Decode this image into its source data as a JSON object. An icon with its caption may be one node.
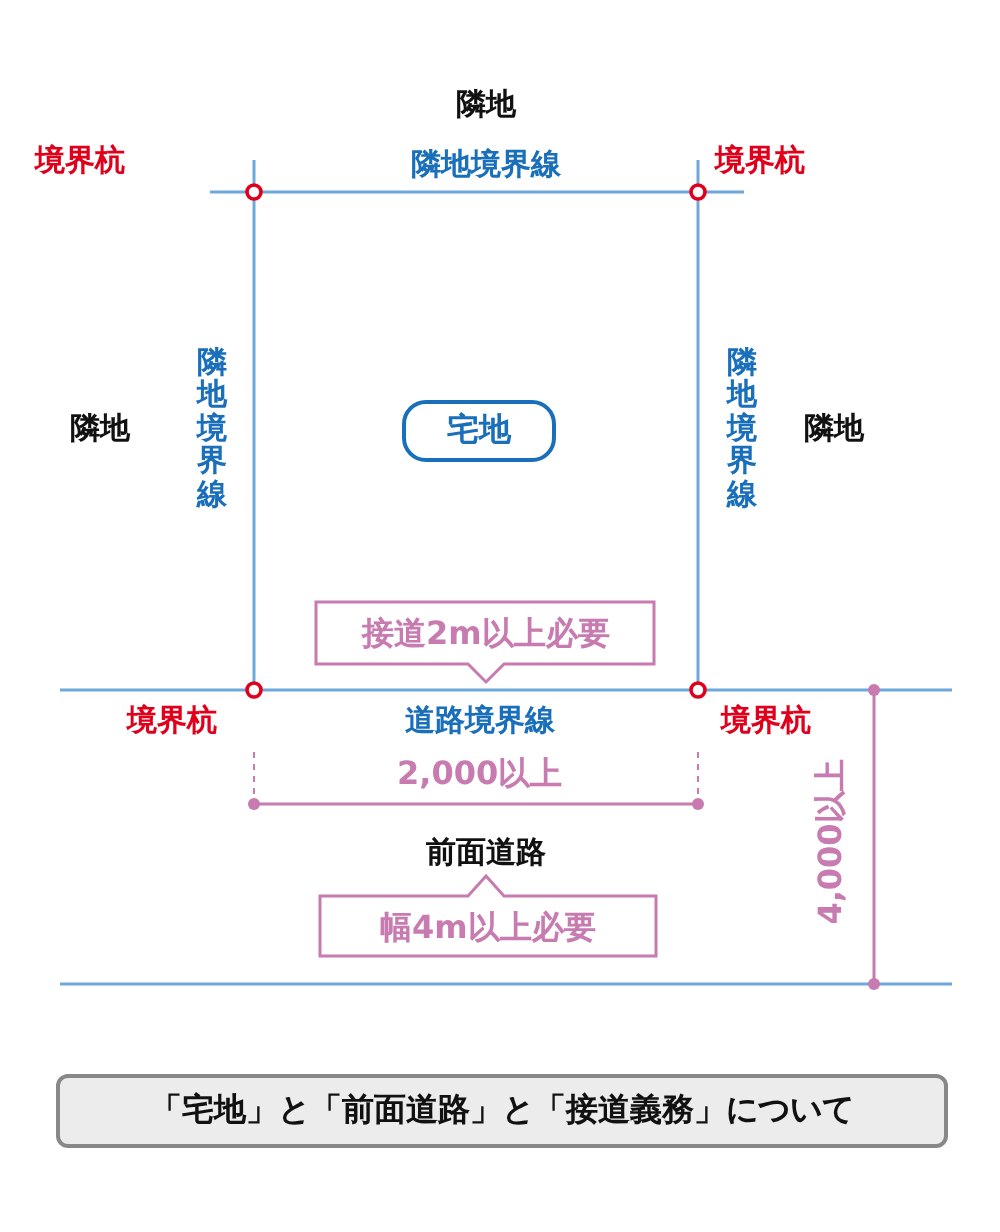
{
  "diagram": {
    "caption": "「宅地」と「前面道路」と「接道義務」について",
    "nodes": [
      {
        "text": [
          "宅地"
        ]
      }
    ],
    "labels": [
      "隣地",
      "境界杭",
      "隣地境界線",
      "境界杭",
      "隣地",
      "隣地境界線",
      "隣地境界線",
      "隣地",
      "接道2m以上必要",
      "境界杭",
      "道路境界線",
      "境界杭",
      "2,000以上",
      "4,000以上",
      "前面道路",
      "幅4m以上必要"
    ]
  }
}
